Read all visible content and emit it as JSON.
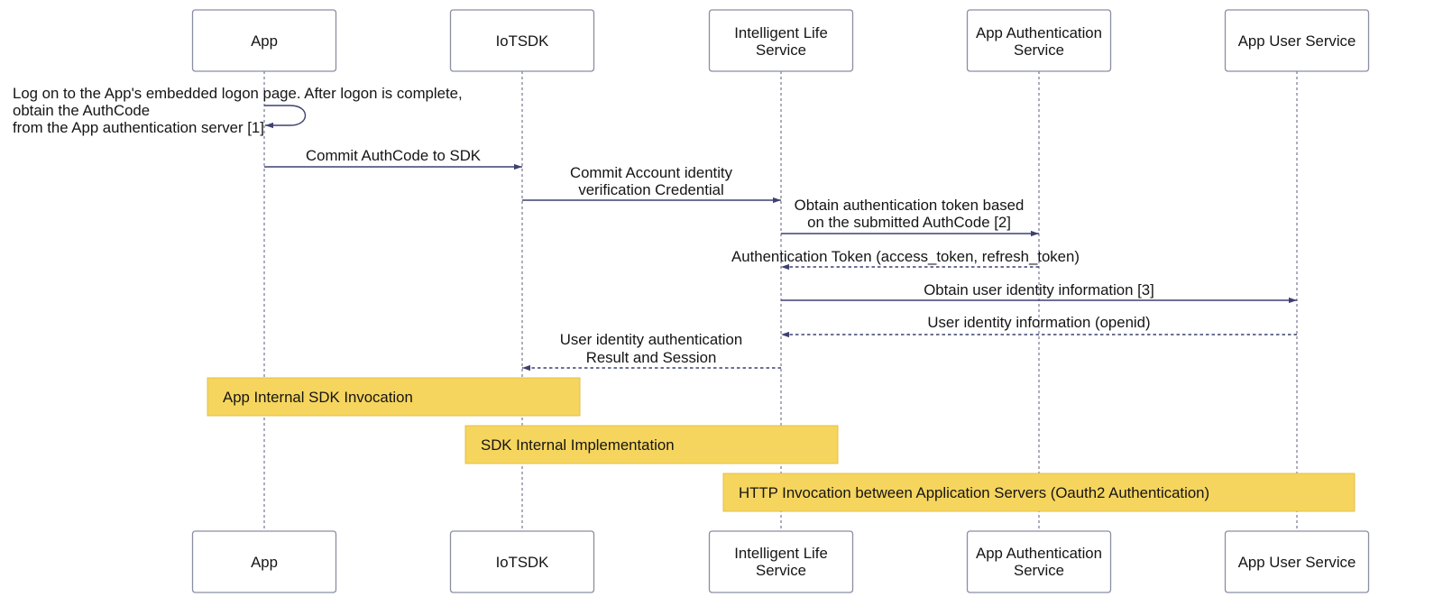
{
  "participants": [
    {
      "label_lines": [
        "App"
      ]
    },
    {
      "label_lines": [
        "IoTSDK"
      ]
    },
    {
      "label_lines": [
        "Intelligent Life",
        "Service"
      ]
    },
    {
      "label_lines": [
        "App Authentication",
        "Service"
      ]
    },
    {
      "label_lines": [
        "App User Service"
      ]
    }
  ],
  "messages": [
    {
      "from": 0,
      "to": 0,
      "dashed": false,
      "label_lines": [
        "Log on to the App's embedded logon page. After logon is complete,",
        "obtain the AuthCode",
        "from the App authentication server [1]"
      ]
    },
    {
      "from": 0,
      "to": 1,
      "dashed": false,
      "label_lines": [
        "Commit AuthCode to SDK"
      ]
    },
    {
      "from": 1,
      "to": 2,
      "dashed": false,
      "label_lines": [
        "Commit Account identity",
        "verification Credential"
      ]
    },
    {
      "from": 2,
      "to": 3,
      "dashed": false,
      "label_lines": [
        "Obtain authentication token based",
        "on the submitted AuthCode [2]"
      ]
    },
    {
      "from": 3,
      "to": 2,
      "dashed": true,
      "label_lines": [
        "Authentication Token (access_token, refresh_token)"
      ]
    },
    {
      "from": 2,
      "to": 4,
      "dashed": false,
      "label_lines": [
        "Obtain user identity information [3]"
      ]
    },
    {
      "from": 4,
      "to": 2,
      "dashed": true,
      "label_lines": [
        "User identity information (openid)"
      ]
    },
    {
      "from": 2,
      "to": 1,
      "dashed": true,
      "label_lines": [
        "User identity authentication",
        "Result and Session"
      ]
    }
  ],
  "notes": [
    {
      "text": "App Internal SDK Invocation",
      "over": [
        0,
        1
      ]
    },
    {
      "text": "SDK Internal Implementation",
      "over": [
        1,
        2
      ]
    },
    {
      "text": "HTTP Invocation between Application Servers (Oauth2 Authentication)",
      "over": [
        2,
        4
      ]
    }
  ],
  "colors": {
    "note_fill": "#F6D55E",
    "note_border": "#E3C04B",
    "arrow": "#3D4070",
    "lifeline": "#5A5D7E",
    "box_border": "#8B8EA3"
  }
}
